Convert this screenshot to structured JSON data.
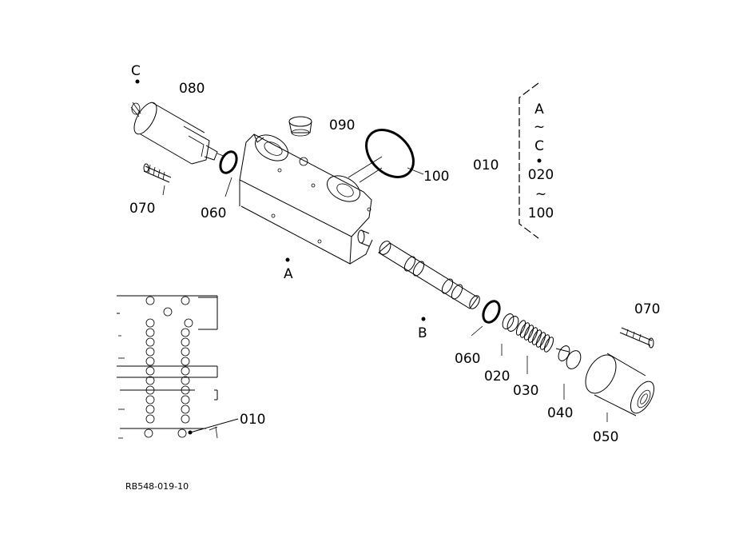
{
  "labels": {
    "c_top": "C",
    "p080": "080",
    "p090": "090",
    "p100": "100",
    "p010_right": "010",
    "p070_left": "070",
    "p060_left": "060",
    "a_mark": "A",
    "b_mark": "B",
    "p070_right": "070",
    "p060_right": "060",
    "p020": "020",
    "p030": "030",
    "p040": "040",
    "p050": "050",
    "p010_inset": "010"
  },
  "bracket_note": {
    "l1": "A",
    "l2": "~",
    "l3": "C",
    "l4": "020",
    "l5": "~",
    "l6": "100"
  },
  "drawing_code": "RB548-019-10"
}
